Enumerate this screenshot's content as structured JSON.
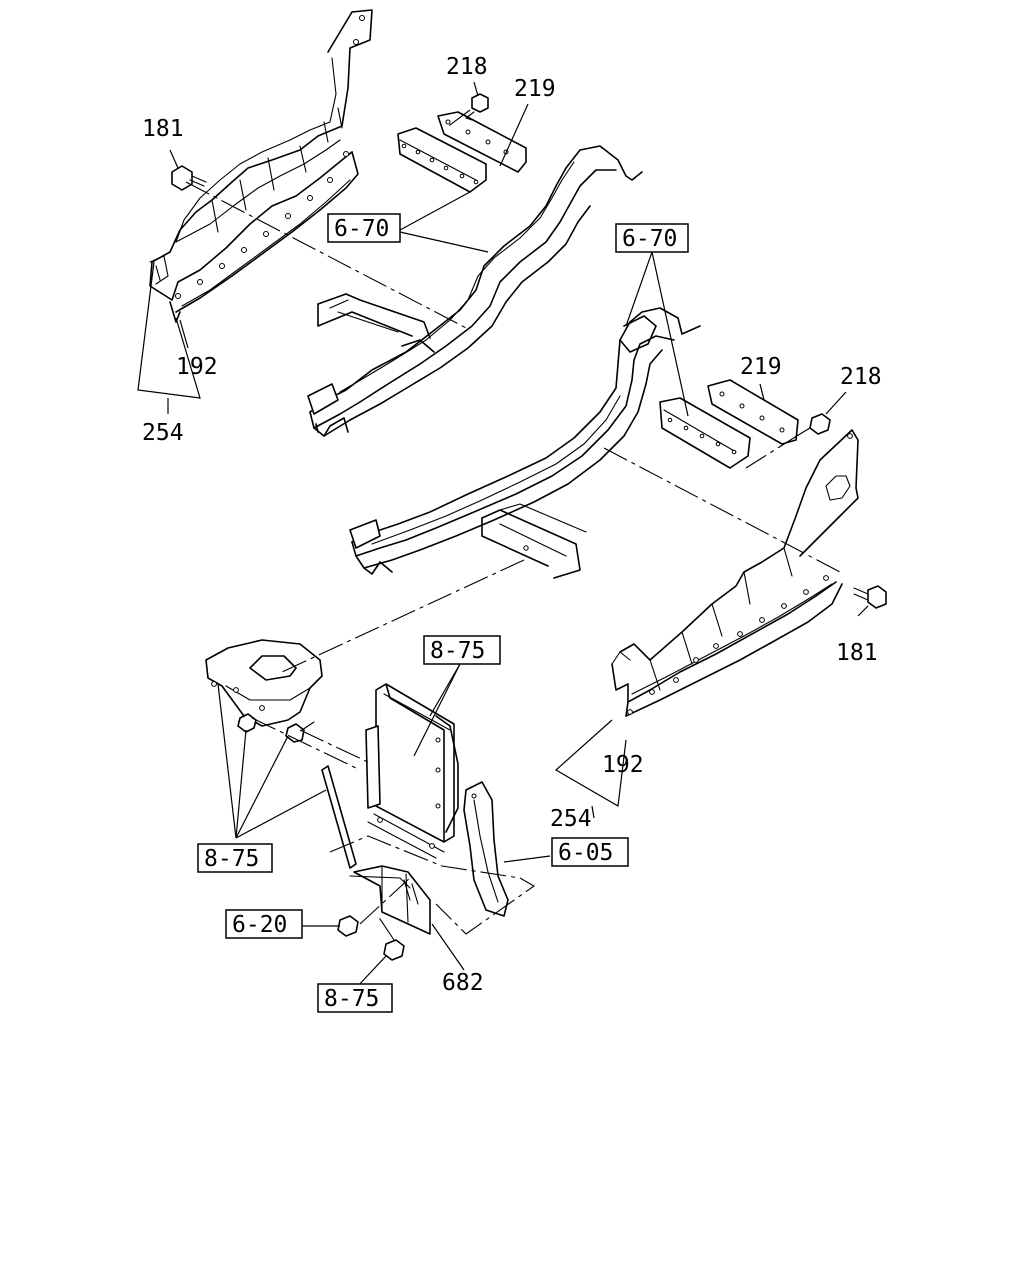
{
  "diagram": {
    "callouts": {
      "part_218_top": "218",
      "part_219_top": "219",
      "part_181_left": "181",
      "ref_670_left": "6-70",
      "part_192_left": "192",
      "part_254_left": "254",
      "ref_670_right": "6-70",
      "part_219_right": "219",
      "part_218_right": "218",
      "part_181_right": "181",
      "ref_875_top": "8-75",
      "part_192_right": "192",
      "part_254_right": "254",
      "ref_605": "6-05",
      "ref_875_left": "8-75",
      "ref_620": "6-20",
      "part_682": "682",
      "ref_875_bottom": "8-75"
    }
  }
}
